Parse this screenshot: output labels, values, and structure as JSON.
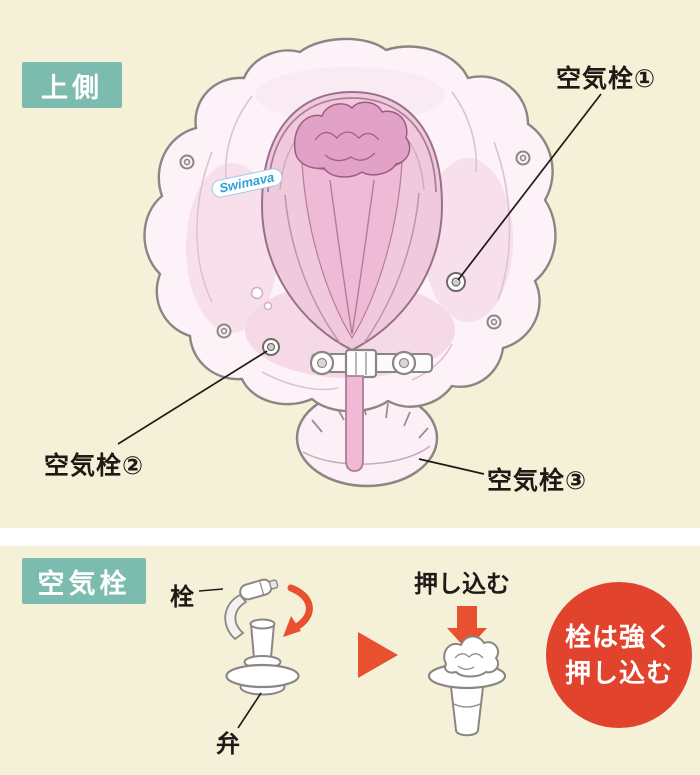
{
  "page": {
    "background": "#f5f1d9",
    "divider": "#ffffff"
  },
  "colors": {
    "teal_label_bg": "#7cbcae",
    "accent_red": "#e2432c",
    "arrow_red": "#e8502f",
    "text_ink": "#1f1a16",
    "logo_blue": "#2e9fd6",
    "ring_pink_light": "#fdf2f7",
    "ring_pink_mid": "#eebad6",
    "outline_gray": "#8b8683"
  },
  "top_section": {
    "section_label": "上側",
    "logo": "Swimava",
    "annotations": {
      "plug1": "空気栓①",
      "plug2": "空気栓②",
      "plug3": "空気栓③"
    }
  },
  "bottom_section": {
    "section_label": "空気栓",
    "plug_label": "栓",
    "valve_label": "弁",
    "push_label": "押し込む",
    "note_line1": "栓は強く",
    "note_line2": "押し込む"
  }
}
